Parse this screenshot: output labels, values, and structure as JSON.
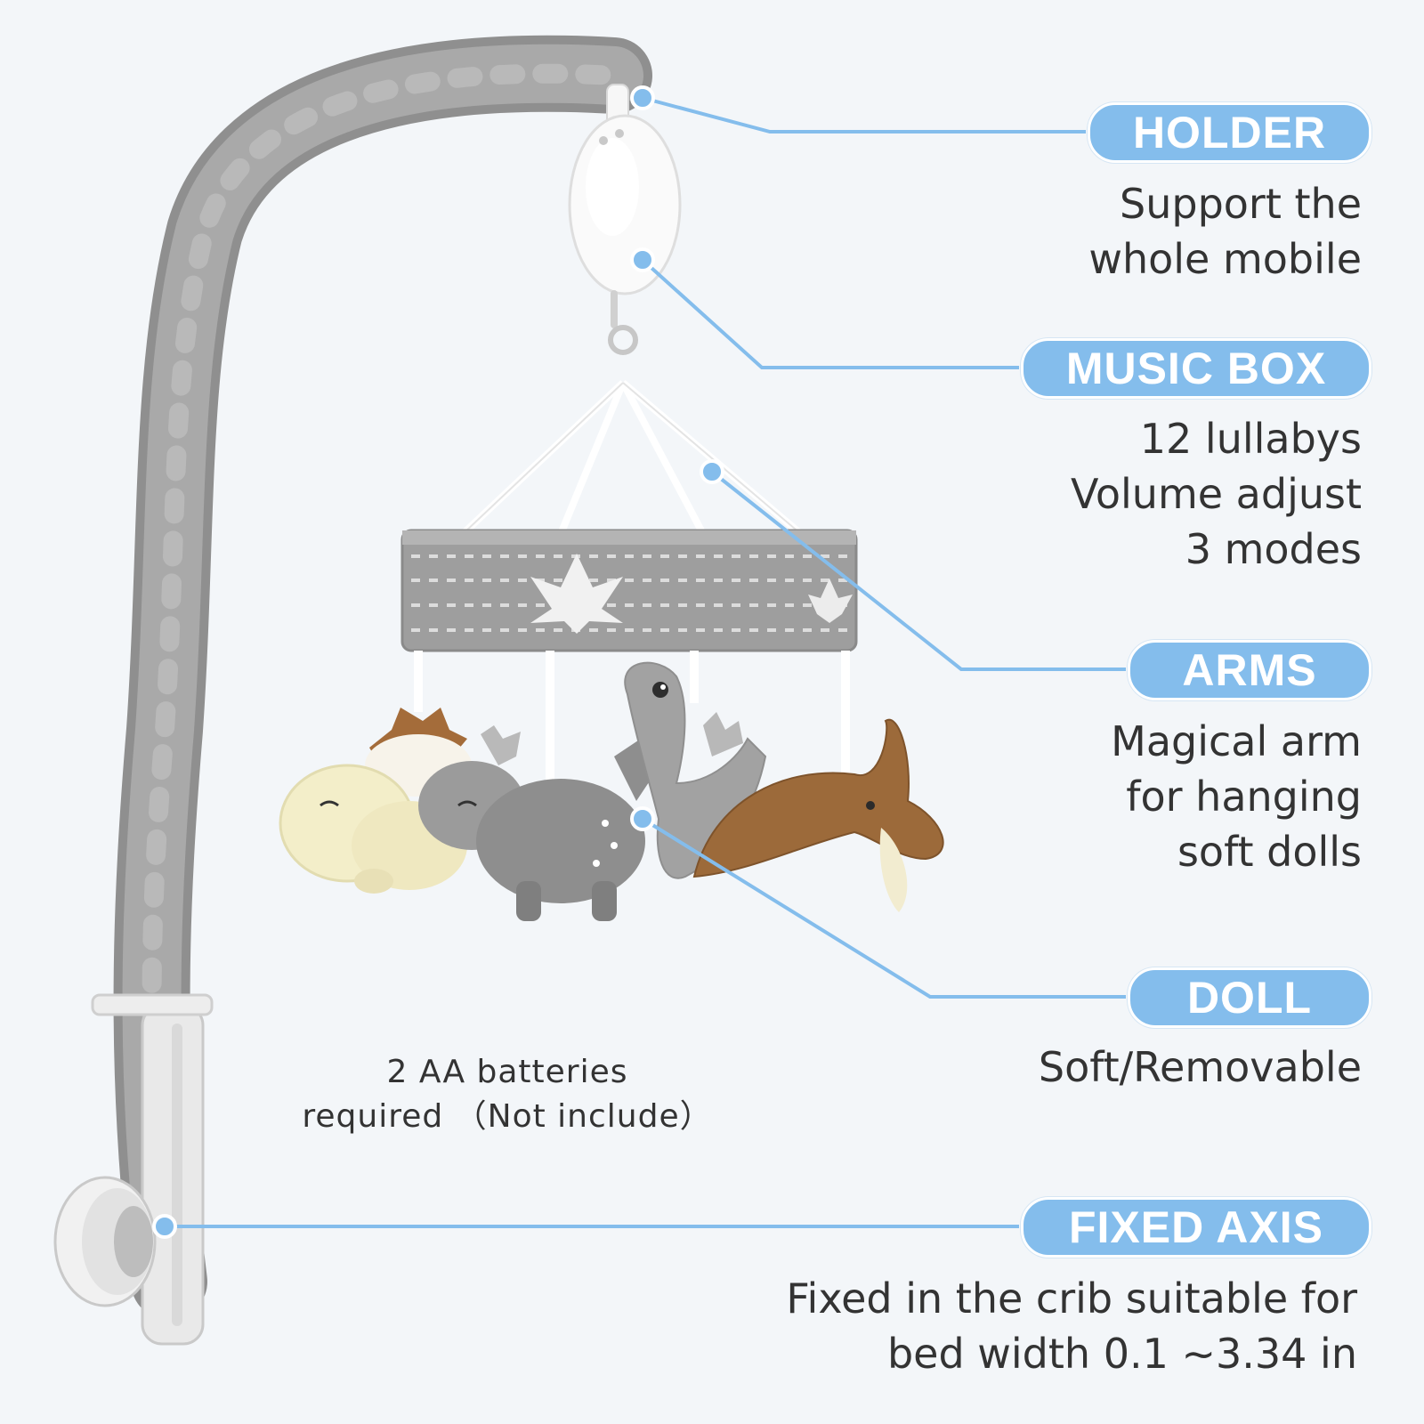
{
  "colors": {
    "accent": "#84bdec",
    "leader_line": "#84bdec",
    "background": "#f3f6f9",
    "text": "#333333",
    "plush_gray": "#9a9a9a",
    "plush_cream": "#f3edc8",
    "plush_brown": "#9a6a3a"
  },
  "icons": [
    "crib-arm-illustration",
    "music-box-illustration",
    "canopy-illustration",
    "dinosaur-plush-illustration",
    "crib-clamp-illustration"
  ],
  "callouts": {
    "holder": {
      "label": "HOLDER",
      "lines": [
        "Support the",
        "whole mobile"
      ]
    },
    "music_box": {
      "label": "MUSIC BOX",
      "lines": [
        "12 lullabys",
        "Volume adjust",
        "3 modes"
      ]
    },
    "arms": {
      "label": "ARMS",
      "lines": [
        "Magical arm",
        "for hanging",
        "soft dolls"
      ]
    },
    "doll": {
      "label": "DOLL",
      "lines": [
        "Soft/Removable"
      ]
    },
    "fixed_axis": {
      "label": "FIXED AXIS",
      "lines": [
        "Fixed in the crib suitable for",
        "bed width 0.1 ~3.34 in"
      ]
    }
  },
  "battery_note": {
    "lines": [
      "2 AA batteries",
      "required （Not include）"
    ]
  }
}
